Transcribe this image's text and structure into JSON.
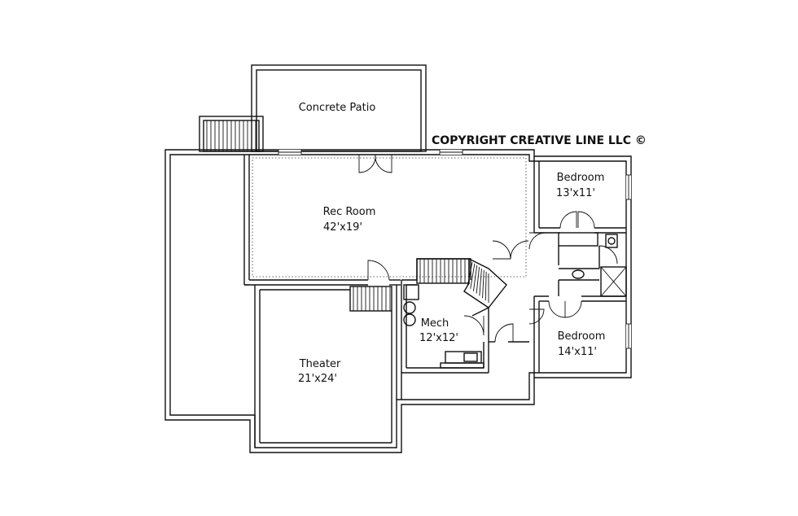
{
  "copyright": "COPYRIGHT CREATIVE LINE LLC ©",
  "rooms": {
    "concrete_patio": {
      "name": "Concrete Patio",
      "size": ""
    },
    "rec_room": {
      "name": "Rec Room",
      "size": "42'x19'"
    },
    "bedroom_1": {
      "name": "Bedroom",
      "size": "13'x11'"
    },
    "bedroom_2": {
      "name": "Bedroom",
      "size": "14'x11'"
    },
    "mech": {
      "name": "Mech",
      "size": "12'x12'"
    },
    "theater": {
      "name": "Theater",
      "size": "21'x24'"
    }
  }
}
